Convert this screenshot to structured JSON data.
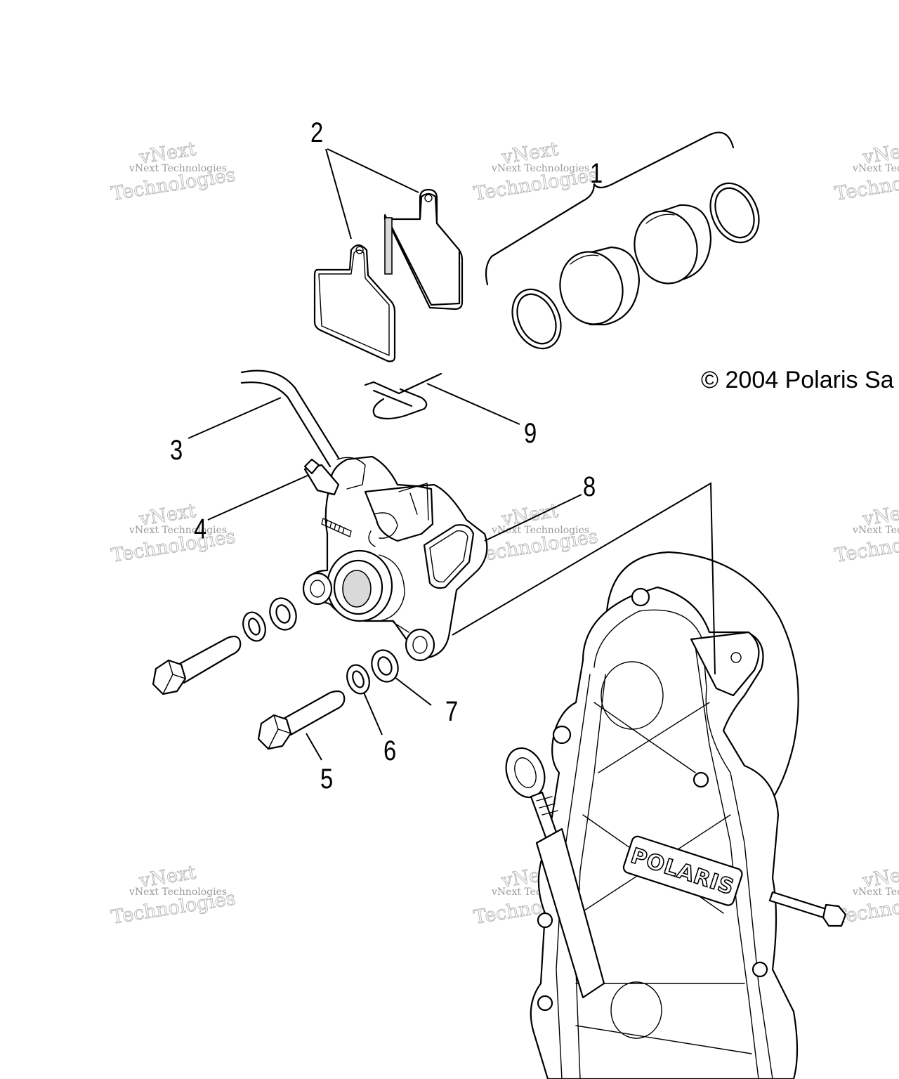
{
  "callouts": {
    "c1": "1",
    "c2": "2",
    "c3": "3",
    "c4": "4",
    "c5": "5",
    "c6": "6",
    "c7": "7",
    "c8": "8",
    "c9": "9"
  },
  "copyright": "© 2004 Polaris Sa",
  "watermark": {
    "line1": "vNext",
    "line2": "vNext Technologies",
    "line3": "Technologies"
  },
  "brand_logo_text": "POLARIS"
}
